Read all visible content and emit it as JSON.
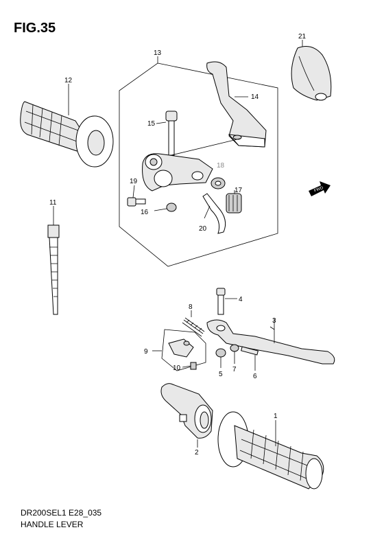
{
  "figure": {
    "title": "FIG.35",
    "code": "DR200SEL1 E28_035",
    "name": "HANDLE LEVER"
  },
  "callouts": [
    "1",
    "2",
    "3",
    "4",
    "5",
    "6",
    "7",
    "8",
    "9",
    "10",
    "11",
    "12",
    "13",
    "14",
    "15",
    "16",
    "17",
    "18",
    "19",
    "20",
    "21"
  ],
  "arrow_label": "FWD"
}
